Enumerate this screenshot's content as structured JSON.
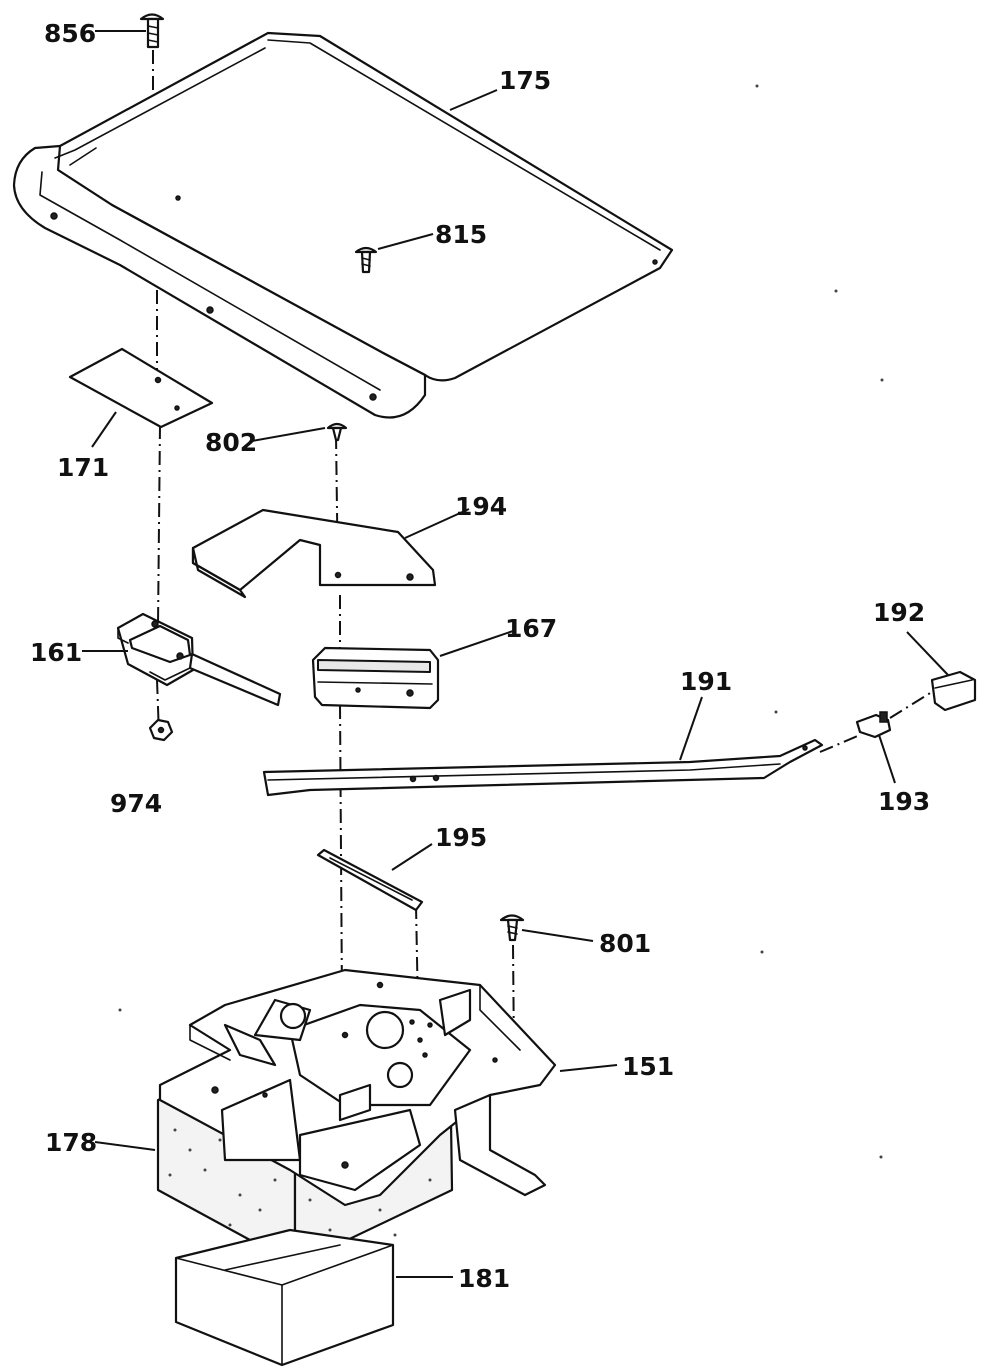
{
  "parts": [
    {
      "id": "856"
    },
    {
      "id": "175"
    },
    {
      "id": "815"
    },
    {
      "id": "171"
    },
    {
      "id": "802"
    },
    {
      "id": "194"
    },
    {
      "id": "161"
    },
    {
      "id": "167"
    },
    {
      "id": "192"
    },
    {
      "id": "191"
    },
    {
      "id": "974"
    },
    {
      "id": "193"
    },
    {
      "id": "195"
    },
    {
      "id": "801"
    },
    {
      "id": "151"
    },
    {
      "id": "178"
    },
    {
      "id": "181"
    }
  ]
}
